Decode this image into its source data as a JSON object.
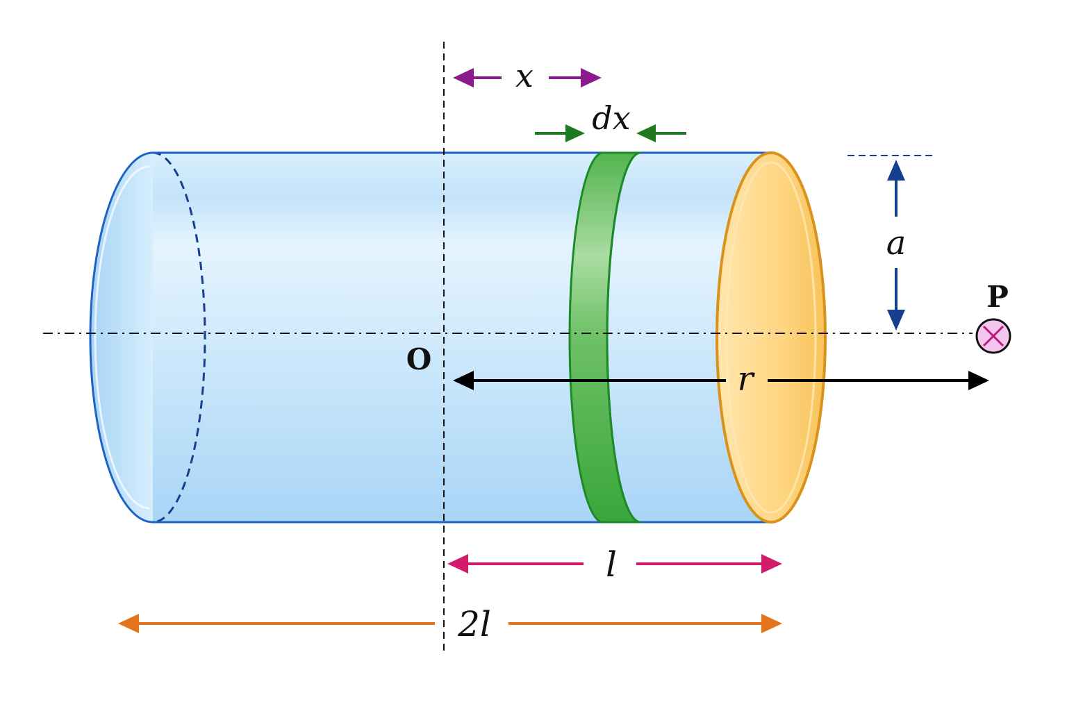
{
  "labels": {
    "x": "x",
    "dx": "dx",
    "a": "a",
    "P": "P",
    "O": "O",
    "r": "r",
    "l": "l",
    "two_l": "2l"
  },
  "colors": {
    "cylinder_fill": "#cfe9fb",
    "cylinder_edge": "#1e63c4",
    "ring_fill": "#5fb95a",
    "ring_edge": "#1d8a2a",
    "end_face_fill": "#ffd98a",
    "end_face_edge": "#d9921c",
    "x_arrow": "#8a1a8e",
    "dx_arrow": "#1f7a1f",
    "a_arrow": "#163f8f",
    "r_arrow": "#000000",
    "l_arrow": "#d41a6a",
    "two_l_arrow": "#e5731b",
    "point_P_fill": "#f4c6ee",
    "point_P_mark": "#c0157a"
  },
  "icons": {
    "point_P": "cross-in-circle-icon"
  }
}
